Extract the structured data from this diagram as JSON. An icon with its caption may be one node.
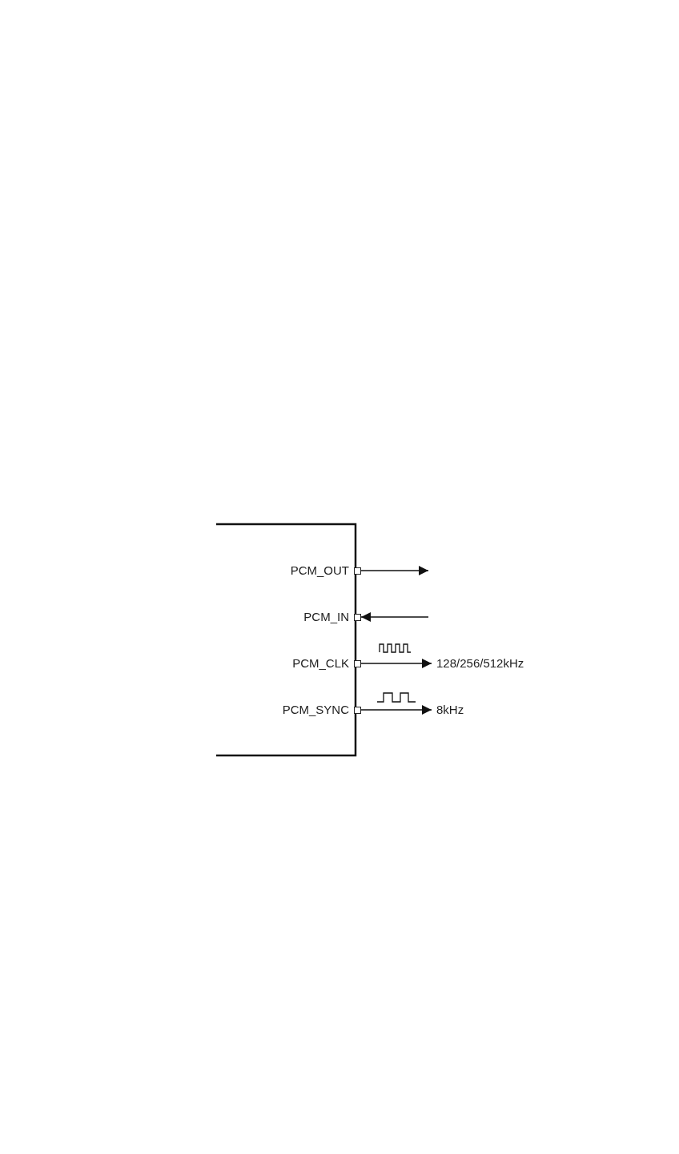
{
  "diagram": {
    "nodes": [
      {
        "text": [
          "PCM_OUT"
        ]
      },
      {
        "text": [
          "PCM_IN"
        ]
      },
      {
        "text": [
          "PCM_CLK"
        ]
      },
      {
        "text": [
          "PCM_SYNC"
        ]
      },
      {
        "text": [
          "128/256/512kHz"
        ]
      },
      {
        "text": [
          "8kHz"
        ]
      }
    ],
    "edges": [
      {
        "from": 0,
        "to": null,
        "arrow": "to"
      },
      {
        "from": null,
        "to": 1,
        "arrow": "to"
      },
      {
        "from": 2,
        "to": 4,
        "arrow": "to"
      },
      {
        "from": 3,
        "to": 5,
        "arrow": "to"
      }
    ]
  }
}
